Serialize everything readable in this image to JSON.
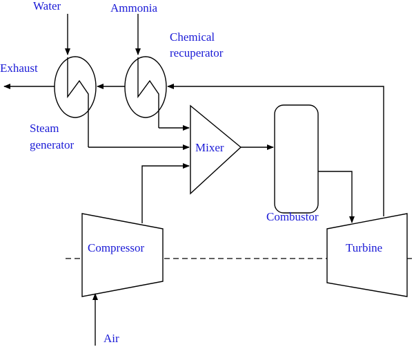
{
  "labels": {
    "water": "Water",
    "ammonia": "Ammonia",
    "chem1": "Chemical",
    "chem2": "recuperator",
    "exhaust": "Exhaust",
    "steam1": "Steam",
    "steam2": "generator",
    "mixer": "Mixer",
    "combustor": "Combustor",
    "compressor": "Compressor",
    "turbine": "Turbine",
    "air": "Air"
  },
  "colors": {
    "label": "#1a1ad6",
    "line": "#000000"
  }
}
